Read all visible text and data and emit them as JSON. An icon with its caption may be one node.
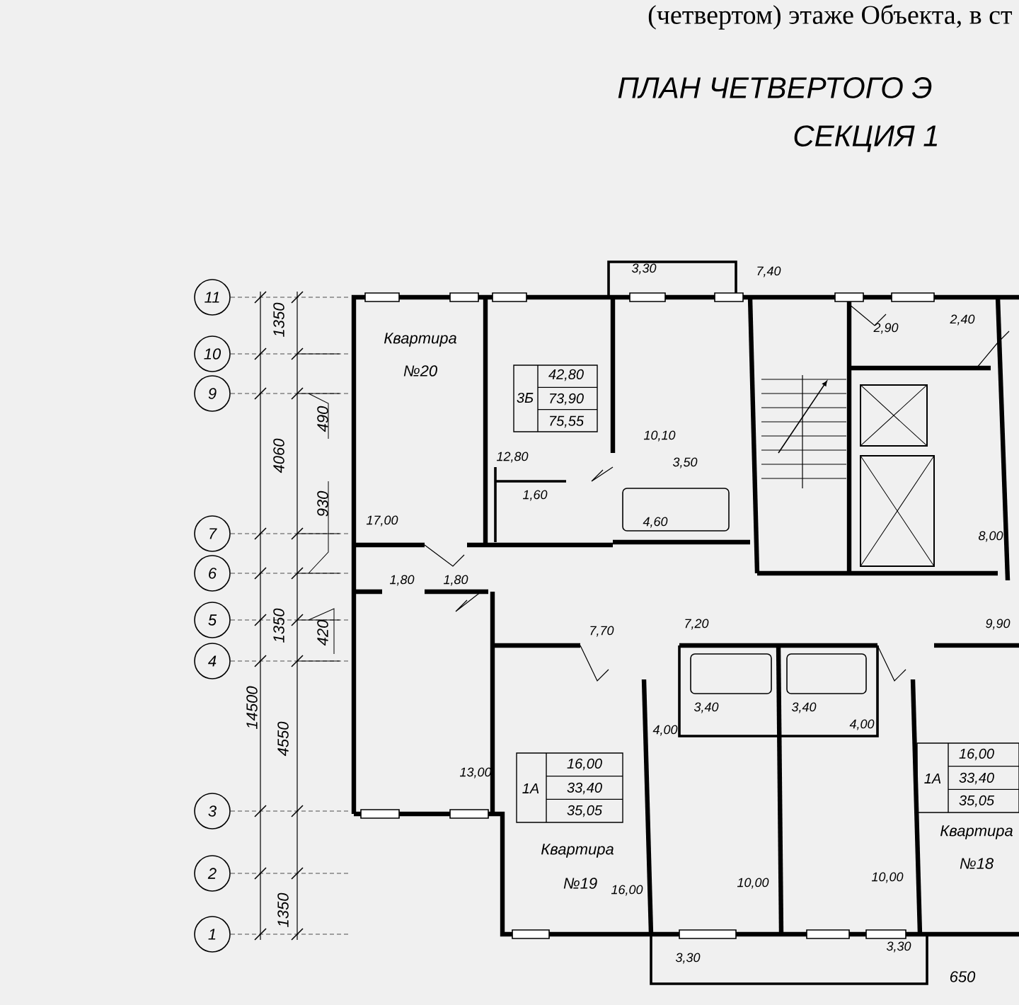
{
  "diagram": {
    "title": "ПЛАН ЧЕТВЕРТОГО Э",
    "nodes": [
      {
        "text": [
          "11"
        ]
      },
      {
        "text": [
          "10"
        ]
      },
      {
        "text": [
          "9"
        ]
      },
      {
        "text": [
          "7"
        ]
      },
      {
        "text": [
          "6"
        ]
      },
      {
        "text": [
          "5"
        ]
      },
      {
        "text": [
          "4"
        ]
      },
      {
        "text": [
          "3"
        ]
      },
      {
        "text": [
          "2"
        ]
      },
      {
        "text": [
          "1"
        ]
      }
    ],
    "labels": [
      "(четвертом) этаже Объекта, в ст",
      "СЕКЦИЯ 1",
      "1350",
      "490",
      "4060",
      "930",
      "1350",
      "420",
      "14500",
      "4550",
      "1350",
      "3,30",
      "7,40",
      "2,90",
      "2,40",
      "Квартира",
      "№20",
      "3Б",
      "42,80",
      "73,90",
      "75,55",
      "10,10",
      "12,80",
      "3,50",
      "1,60",
      "17,00",
      "4,60",
      "8,00",
      "1,80",
      "1,80",
      "7,70",
      "7,20",
      "9,90",
      "3,40",
      "3,40",
      "4,00",
      "4,00",
      "13,00",
      "1А",
      "16,00",
      "33,40",
      "35,05",
      "1А",
      "16,00",
      "33,40",
      "35,05",
      "Квартира",
      "№19",
      "Квартира",
      "№18",
      "16,00",
      "10,00",
      "10,00",
      "3,30",
      "3,30",
      "650"
    ]
  }
}
